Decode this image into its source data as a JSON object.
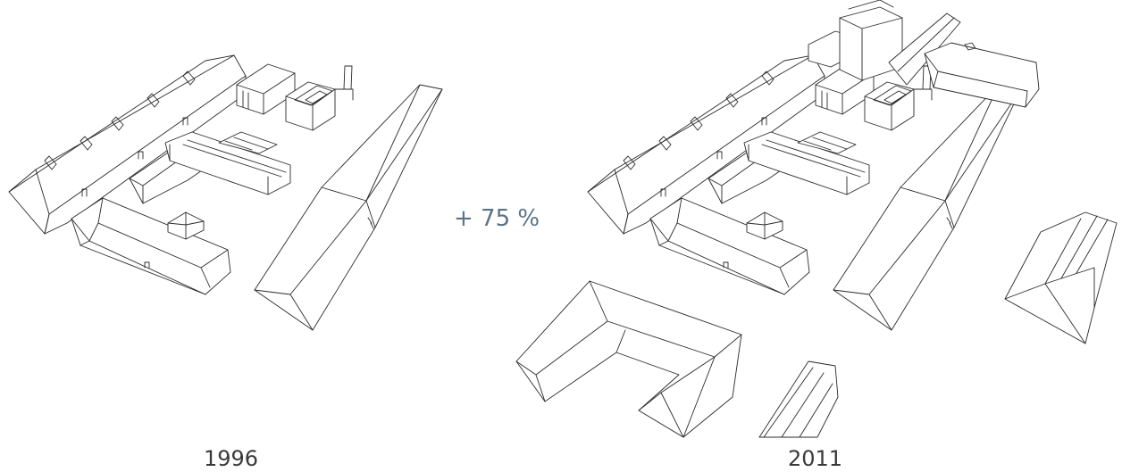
{
  "figure": {
    "before_year": "1996",
    "after_year": "2011",
    "growth_label": "+ 75 %"
  }
}
